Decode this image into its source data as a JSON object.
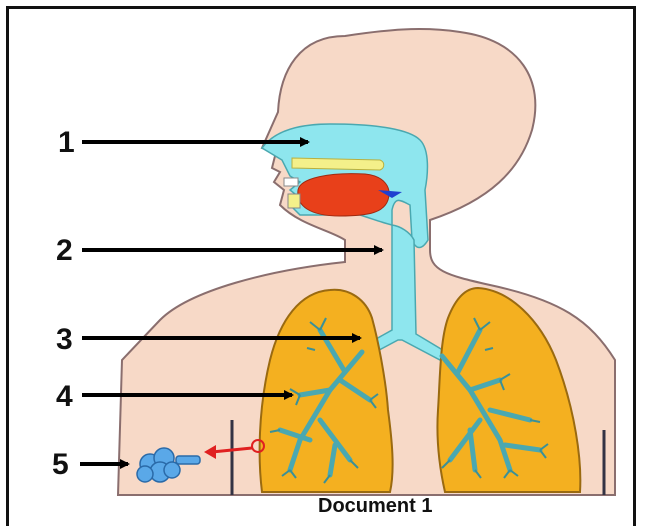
{
  "labels": [
    "1",
    "2",
    "3",
    "4",
    "5"
  ],
  "caption": "Document 1",
  "colors": {
    "skin": "#f7d9c7",
    "outline": "#8a6e6e",
    "airway": "#8ee6ee",
    "lung": "#f4b020",
    "tongue": "#e8401a",
    "palate": "#f4f08a",
    "alveoli": "#5aa8e8",
    "arrow": "#000000",
    "red_arrow": "#e02020"
  }
}
